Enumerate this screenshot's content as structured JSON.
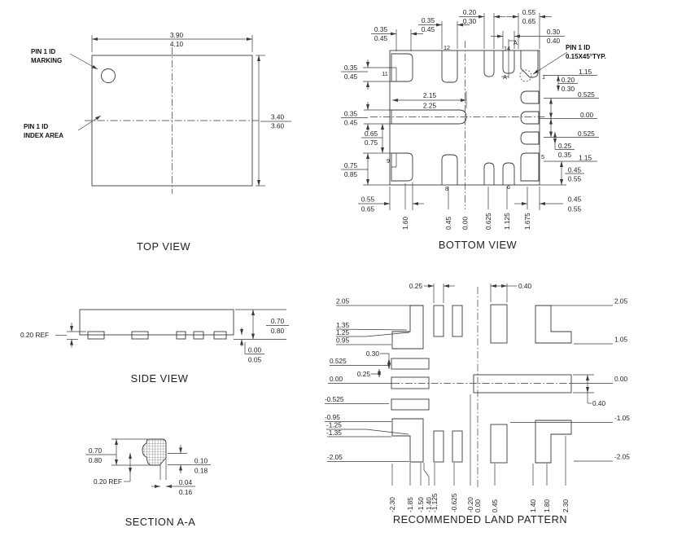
{
  "top_view": {
    "title": "TOP VIEW",
    "callout_marking": [
      "PIN 1 ID",
      "MARKING"
    ],
    "callout_index": [
      "PIN 1 ID",
      "INDEX AREA"
    ],
    "dim_width": {
      "upper": "3.90",
      "lower": "4.10"
    },
    "dim_height": {
      "upper": "3.40",
      "lower": "3.60"
    }
  },
  "bottom_view": {
    "title": "BOTTOM VIEW",
    "pin1_callout": [
      "PIN 1 ID",
      "0.15X45°TYP."
    ],
    "section_marker": "A",
    "pins": {
      "p12": "12",
      "p14": "14",
      "p11": "11",
      "p1": "1",
      "p9": "9",
      "p5": "5",
      "p8": "8",
      "p6": "6"
    },
    "top_dims": [
      {
        "upper": "0.35",
        "lower": "0.45"
      },
      {
        "upper": "0.35",
        "lower": "0.45"
      },
      {
        "upper": "0.20",
        "lower": "0.30"
      },
      {
        "upper": "0.55",
        "lower": "0.65"
      },
      {
        "upper": "0.30",
        "lower": "0.40"
      }
    ],
    "left_dims": [
      {
        "upper": "0.35",
        "lower": "0.45"
      },
      {
        "upper": "0.35",
        "lower": "0.45"
      },
      {
        "upper": "0.65",
        "lower": "0.75"
      },
      {
        "upper": "0.75",
        "lower": "0.85"
      }
    ],
    "right_labels": [
      "1.15",
      "0.525",
      "0.00",
      "0.525",
      "1.15"
    ],
    "right_dims": [
      {
        "upper": "0.20",
        "lower": "0.30"
      },
      {
        "upper": "0.25",
        "lower": "0.35"
      },
      {
        "upper": "0.45",
        "lower": "0.55"
      }
    ],
    "center_dim": {
      "upper": "2.15",
      "lower": "2.25"
    },
    "bottom_left_dim": {
      "upper": "0.55",
      "lower": "0.65"
    },
    "bottom_right_dim": {
      "upper": "0.45",
      "lower": "0.55"
    },
    "bottom_coords": [
      "1.60",
      "0.45",
      "0.00",
      "0.625",
      "1.125",
      "1.675"
    ]
  },
  "side_view": {
    "title": "SIDE VIEW",
    "dim_ref": "0.20 REF",
    "dim_height": {
      "upper": "0.70",
      "lower": "0.80"
    },
    "dim_standoff": {
      "upper": "0.00",
      "lower": "0.05"
    }
  },
  "section_aa": {
    "title": "SECTION A-A",
    "dim_height": {
      "upper": "0.70",
      "lower": "0.80"
    },
    "dim_ref": "0.20 REF",
    "dim_lead_thk": {
      "upper": "0.10",
      "lower": "0.18"
    },
    "dim_lead_tip": {
      "upper": "0.04",
      "lower": "0.16"
    }
  },
  "land_pattern": {
    "title": "RECOMMENDED LAND PATTERN",
    "top_dims": [
      "0.25",
      "0.40"
    ],
    "left_labels": [
      "2.05",
      "1.35",
      "1.25",
      "0.95",
      "0.525",
      "0.00",
      "-0.525",
      "-0.95",
      "-1.25",
      "-1.35",
      "-2.05"
    ],
    "left_callouts": [
      "0.30",
      "0.25"
    ],
    "right_labels": [
      "2.05",
      "1.05",
      "0.00",
      "-1.05",
      "-2.05"
    ],
    "right_callout": "0.40",
    "bottom_coords": [
      "-2.30",
      "-1.85",
      "-1.50",
      "-1.40",
      "-1.125",
      "-0.625",
      "-0.20",
      "0.00",
      "0.45",
      "1.40",
      "1.80",
      "2.30"
    ]
  }
}
